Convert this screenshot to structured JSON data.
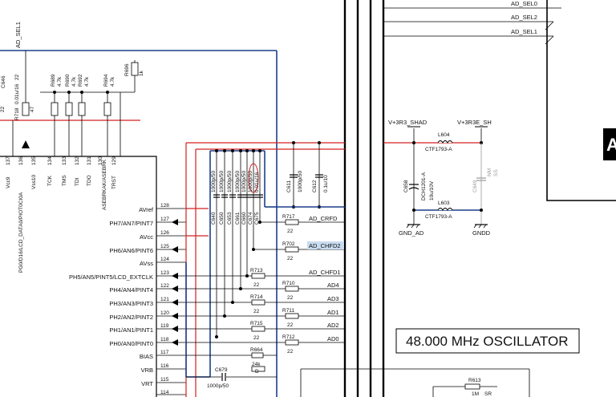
{
  "right_bus": {
    "signals": [
      "AD_SEL0",
      "AD_SEL2",
      "AD_SEL1"
    ]
  },
  "top_left": {
    "net_label": "AD_SEL1",
    "cap_C646": "C646",
    "cap_value": "0.01u/16",
    "res_R718": "R718",
    "res_R718_value": "47"
  },
  "pullups": [
    {
      "ref": "R689",
      "value": "4.7k"
    },
    {
      "ref": "R690",
      "value": "4.7k"
    },
    {
      "ref": "R692",
      "value": "4.7k"
    },
    {
      "ref": "R694",
      "value": "4.7k"
    },
    {
      "ref": "R696",
      "value": "1k"
    }
  ],
  "ic_top_pins": [
    {
      "num": "137",
      "name": "Vcc9"
    },
    {
      "num": "136",
      "name": "PG0/D16/LCD_DATA0/PIOT0CI0A"
    },
    {
      "num": "135",
      "name": "Vss10"
    },
    {
      "num": "134",
      "name": "TCK"
    },
    {
      "num": "133",
      "name": "TMS"
    },
    {
      "num": "132",
      "name": "TDI"
    },
    {
      "num": "131",
      "name": "TDO"
    },
    {
      "num": "130",
      "name": "ASEBRKAK/ASEBRK"
    },
    {
      "num": "129",
      "name": "TRST"
    }
  ],
  "top_pin_extra": [
    "22",
    "22"
  ],
  "ic_left_pins": [
    {
      "num": "128",
      "name": "AVref"
    },
    {
      "num": "127",
      "name": "PH7/AN7/PINT7"
    },
    {
      "num": "126",
      "name": "AVcc"
    },
    {
      "num": "125",
      "name": "PH6/AN6/PINT6"
    },
    {
      "num": "124",
      "name": "AVss"
    },
    {
      "num": "123",
      "name": "PH5/AN5/PINT5/LCD_EXTCLK"
    },
    {
      "num": "122",
      "name": "PH4/AN4/PINT4"
    },
    {
      "num": "121",
      "name": "PH3/AN3/PINT3"
    },
    {
      "num": "120",
      "name": "PH2/AN2/PINT2"
    },
    {
      "num": "119",
      "name": "PH1/AN1/PINT1"
    },
    {
      "num": "118",
      "name": "PH0/AN0/PINT0"
    },
    {
      "num": "117",
      "name": "BIAS"
    },
    {
      "num": "116",
      "name": "VRB"
    },
    {
      "num": "115",
      "name": "VRT"
    },
    {
      "num": "114",
      "name": ""
    }
  ],
  "filter_caps": [
    {
      "ref": "C640",
      "value": "1000p/50"
    },
    {
      "ref": "C650",
      "value": "1000p/50"
    },
    {
      "ref": "C653",
      "value": "1000p/50"
    },
    {
      "ref": "C661",
      "value": "1000p/50"
    },
    {
      "ref": "C660",
      "value": "1000p/50"
    },
    {
      "ref": "C674",
      "value": "1000p/50"
    },
    {
      "ref": "C675",
      "value": "0.01u/16"
    }
  ],
  "series_resistors": [
    {
      "ref": "R717",
      "value": "22",
      "net": "AD_CRFD"
    },
    {
      "ref": "R702",
      "value": "22",
      "net": "AD_CHFD2"
    },
    {
      "ref": "R713",
      "value": "22",
      "net": "AD_CHFD1"
    },
    {
      "ref": "R710",
      "value": "22",
      "net": "AD4"
    },
    {
      "ref": "R714",
      "value": "22",
      "net": "AD3"
    },
    {
      "ref": "R711",
      "value": "22",
      "net": "AD1"
    },
    {
      "ref": "R715",
      "value": "22",
      "net": "AD2"
    },
    {
      "ref": "R712",
      "value": "22",
      "net": "AD0"
    }
  ],
  "bias_res": {
    "ref": "R664",
    "value": "24k",
    "tol": "D"
  },
  "vr_cap": {
    "ref": "C679",
    "value": "1000p/50"
  },
  "power": {
    "v_shad": "V+3R3_SHAD",
    "v_sh": "V+3R3E_SH",
    "l604": "L604",
    "l603": "L603",
    "ferrite": "CTF1793-A",
    "c611": "C611",
    "c611_v": "1000p/50",
    "c612": "C612",
    "c612_v": "0.1u/10",
    "c658": "C658",
    "c658_part": "DCH1201-A",
    "c658_v": "10u/10V",
    "c649": "C649",
    "c649_nm": "NM",
    "c649_ss": "SS",
    "gnd_ad": "GND_AD",
    "gndd": "GNDD"
  },
  "oscillator_label": "48.000 MHz OSCILLATOR",
  "bottom": {
    "r613": "R613",
    "r613_v": "1M",
    "r613_tol": "SR"
  },
  "corner_char": "A"
}
